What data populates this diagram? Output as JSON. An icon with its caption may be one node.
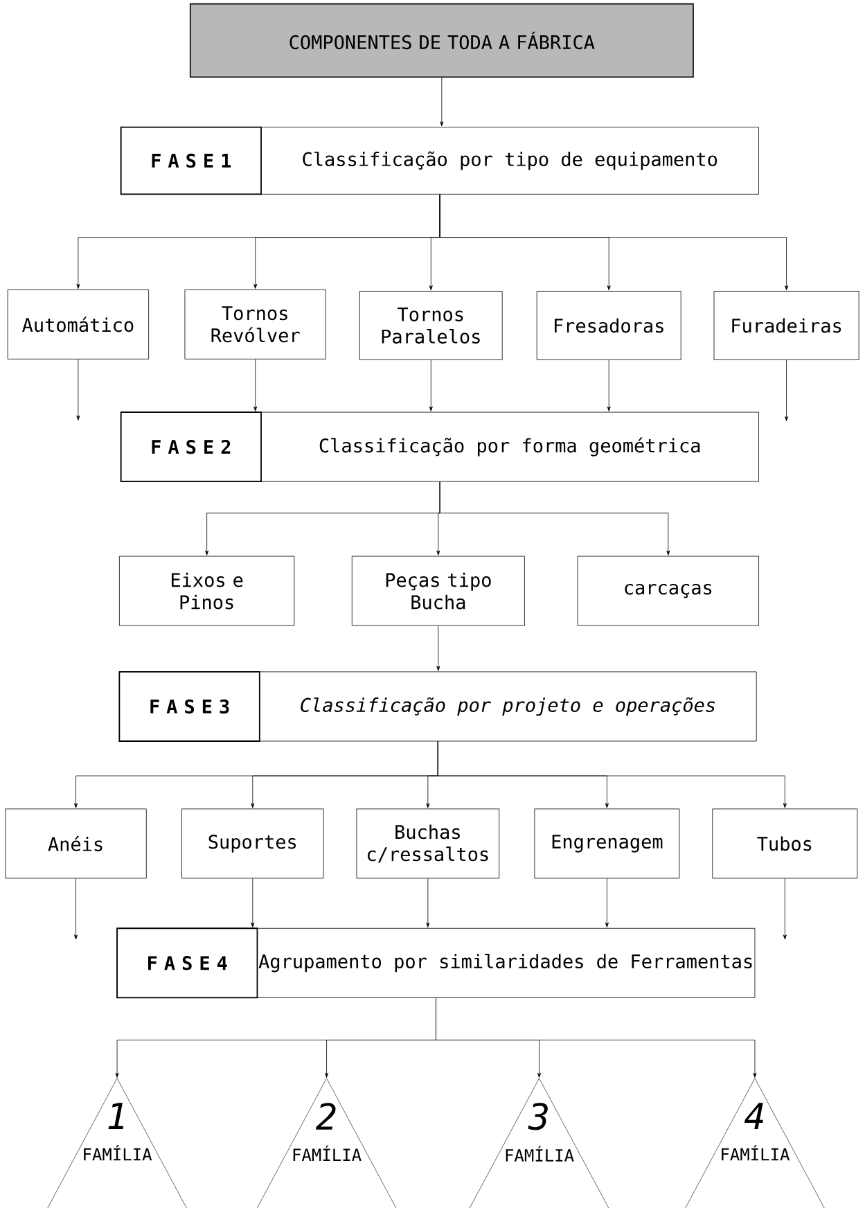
{
  "diagram": {
    "nodes": [
      {
        "text": [
          "COMPONENTES DE TODA A FÁBRICA"
        ]
      },
      {
        "text": [
          "Classificação por tipo de equipamento"
        ]
      },
      {
        "text": [
          "F A S E 1"
        ],
        "in": 1
      },
      {
        "text": [
          "Automático"
        ]
      },
      {
        "text": [
          "Tornos Revólver"
        ]
      },
      {
        "text": [
          "Tornos Paralelos"
        ]
      },
      {
        "text": [
          "Fresadoras"
        ]
      },
      {
        "text": [
          "Furadeiras"
        ]
      },
      {
        "text": [
          "Classificação por forma geométrica"
        ]
      },
      {
        "text": [
          "F A S E 2"
        ],
        "in": 8
      },
      {
        "text": [
          "Eixos e Pinos"
        ]
      },
      {
        "text": [
          "Peças tipo Bucha"
        ]
      },
      {
        "text": [
          "carcaças"
        ]
      },
      {
        "text": [
          "Classificação por projeto e operações"
        ]
      },
      {
        "text": [
          "F A S E 3"
        ],
        "in": 13
      },
      {
        "text": [
          "Anéis"
        ]
      },
      {
        "text": [
          "Suportes"
        ]
      },
      {
        "text": [
          "Buchas c/ressaltos"
        ]
      },
      {
        "text": [
          "Engrenagem"
        ]
      },
      {
        "text": [
          "Tubos"
        ]
      },
      {
        "text": [
          "Agrupamento por similaridades de Ferramentas"
        ]
      },
      {
        "text": [
          "F A S E 4"
        ],
        "in": 20
      },
      {
        "text": [
          "1",
          "FAMÍLIA"
        ]
      },
      {
        "text": [
          "2",
          "FAMÍLIA"
        ]
      },
      {
        "text": [
          "3",
          "FAMÍLIA"
        ]
      },
      {
        "text": [
          "4",
          "FAMÍLIA"
        ]
      }
    ],
    "edges": [
      {
        "from": 0,
        "to": 1,
        "arrow": "to"
      },
      {
        "from": 1,
        "to": 3,
        "arrow": "to"
      },
      {
        "from": 1,
        "to": 4,
        "arrow": "to"
      },
      {
        "from": 1,
        "to": 5,
        "arrow": "to"
      },
      {
        "from": 1,
        "to": 6,
        "arrow": "to"
      },
      {
        "from": 1,
        "to": 7,
        "arrow": "to"
      },
      {
        "from": 3,
        "to": null,
        "arrow": "to"
      },
      {
        "from": 4,
        "to": 8,
        "arrow": "to"
      },
      {
        "from": 5,
        "to": 8,
        "arrow": "to"
      },
      {
        "from": 6,
        "to": 8,
        "arrow": "to"
      },
      {
        "from": 7,
        "to": null,
        "arrow": "to"
      },
      {
        "from": 8,
        "to": 10,
        "arrow": "to"
      },
      {
        "from": 8,
        "to": 11,
        "arrow": "to"
      },
      {
        "from": 8,
        "to": 12,
        "arrow": "to"
      },
      {
        "from": 11,
        "to": 13,
        "arrow": "to"
      },
      {
        "from": 13,
        "to": 15,
        "arrow": "to"
      },
      {
        "from": 13,
        "to": 16,
        "arrow": "to"
      },
      {
        "from": 13,
        "to": 17,
        "arrow": "to"
      },
      {
        "from": 13,
        "to": 18,
        "arrow": "to"
      },
      {
        "from": 13,
        "to": 19,
        "arrow": "to"
      },
      {
        "from": 15,
        "to": null,
        "arrow": "to"
      },
      {
        "from": 16,
        "to": 20,
        "arrow": "to"
      },
      {
        "from": 17,
        "to": 20,
        "arrow": "to"
      },
      {
        "from": 18,
        "to": 20,
        "arrow": "to"
      },
      {
        "from": 19,
        "to": null,
        "arrow": "to"
      },
      {
        "from": 20,
        "to": 22,
        "arrow": "to"
      },
      {
        "from": 20,
        "to": 23,
        "arrow": "to"
      },
      {
        "from": 20,
        "to": 24,
        "arrow": "to"
      },
      {
        "from": 20,
        "to": 25,
        "arrow": "to"
      }
    ]
  }
}
